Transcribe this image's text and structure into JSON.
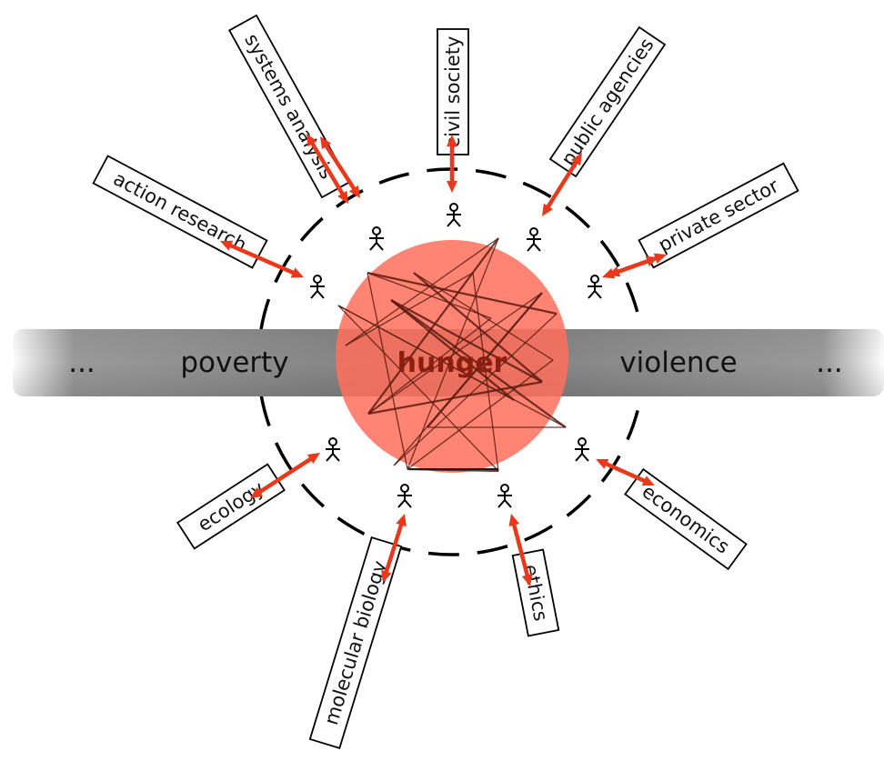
{
  "band": {
    "left_ellipsis": "...",
    "left_label": "poverty",
    "center_label": "hunger",
    "right_label": "violence",
    "right_ellipsis": "..."
  },
  "disciplines": [
    {
      "id": "systems-analysis",
      "label": "systems analysis"
    },
    {
      "id": "civil-society",
      "label": "civil society"
    },
    {
      "id": "public-agencies",
      "label": "public agencies"
    },
    {
      "id": "private-sector",
      "label": "private sector"
    },
    {
      "id": "action-research",
      "label": "action research"
    },
    {
      "id": "ecology",
      "label": "ecology"
    },
    {
      "id": "molecular-biology",
      "label": "molecular biology"
    },
    {
      "id": "ethics",
      "label": "ethics"
    },
    {
      "id": "economics",
      "label": "economics"
    }
  ],
  "colors": {
    "band": "#7f7f7f",
    "circle": "#ff6f5a",
    "arrow": "#e8391c",
    "dashed_ring": "#000000",
    "box_stroke": "#000000"
  },
  "icons": {
    "actor": "stick-figure-icon",
    "arrow": "double-headed-arrow-icon"
  }
}
